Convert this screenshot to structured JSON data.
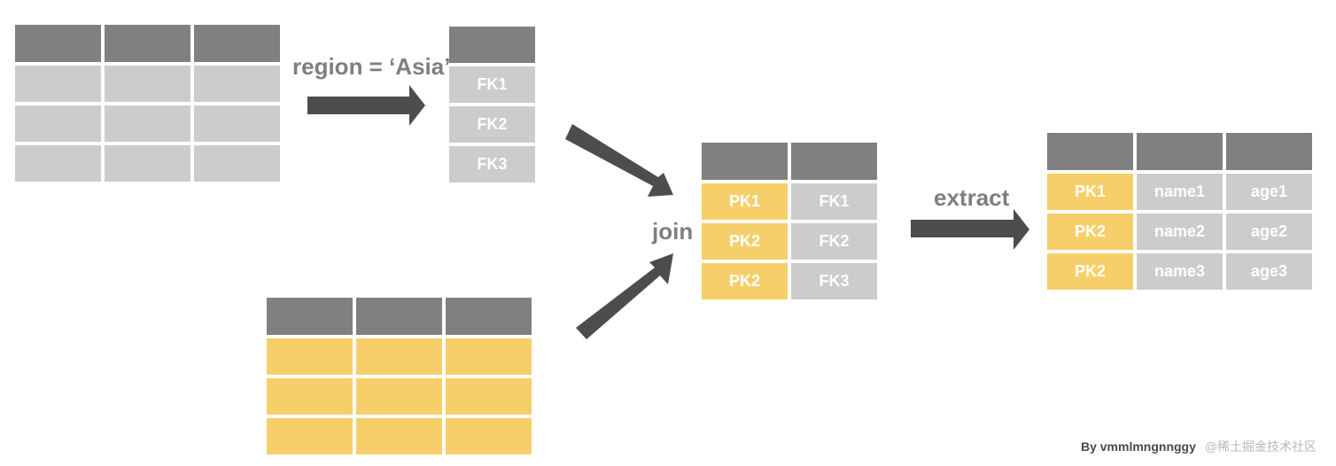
{
  "colors": {
    "header": "#808080",
    "gray": "#cccccc",
    "yellow": "#f6cf6a",
    "arrow": "#4d4d4d",
    "text": "#7f7f7f"
  },
  "labels": {
    "filter": "region = ‘Asia’",
    "join": "join",
    "extract": "extract"
  },
  "fk_table": {
    "rows": [
      "FK1",
      "FK2",
      "FK3"
    ]
  },
  "join_table": {
    "pk": [
      "PK1",
      "PK2",
      "PK2"
    ],
    "fk": [
      "FK1",
      "FK2",
      "FK3"
    ]
  },
  "result_table": {
    "pk": [
      "PK1",
      "PK2",
      "PK2"
    ],
    "name": [
      "name1",
      "name2",
      "name3"
    ],
    "age": [
      "age1",
      "age2",
      "age3"
    ]
  },
  "credit": {
    "by": "By vmmlmngnnggy",
    "watermark": "@稀土掘金技术社区"
  }
}
